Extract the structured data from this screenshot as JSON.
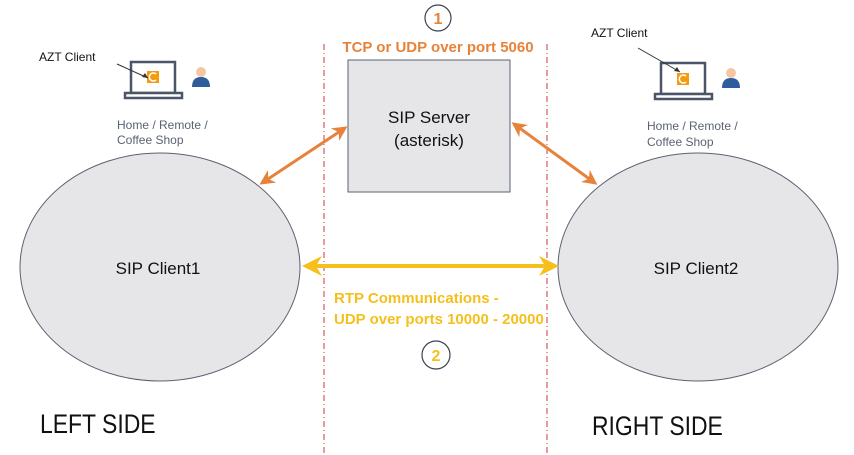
{
  "colors": {
    "orange": "#e8823a",
    "yellow": "#f5c01b",
    "boundary": "#d0343c",
    "node_fill": "#e6e6e8",
    "node_stroke": "#5a6272",
    "laptop": "#4a5568",
    "user_body": "#2f5d9c",
    "user_head": "#f4c7a4",
    "app_icon": "#f39c12",
    "location_text": "#5a6272"
  },
  "left_client": {
    "annotation": "AZT Client",
    "location_line1": "Home / Remote /",
    "location_line2": "Coffee Shop",
    "node_label": "SIP Client1",
    "side_label": "LEFT SIDE",
    "icons": [
      "laptop-icon",
      "app-icon",
      "user-icon"
    ]
  },
  "right_client": {
    "annotation": "AZT Client",
    "location_line1": "Home / Remote /",
    "location_line2": "Coffee Shop",
    "node_label": "SIP Client2",
    "side_label": "RIGHT SIDE",
    "icons": [
      "laptop-icon",
      "app-icon",
      "user-icon"
    ]
  },
  "server": {
    "line1": "SIP Server",
    "line2": "(asterisk)"
  },
  "signaling": {
    "step": "1",
    "label": "TCP or UDP over port 5060"
  },
  "media": {
    "step": "2",
    "label_line1": "RTP Communications -",
    "label_line2": "UDP over ports 10000 - 20000"
  }
}
